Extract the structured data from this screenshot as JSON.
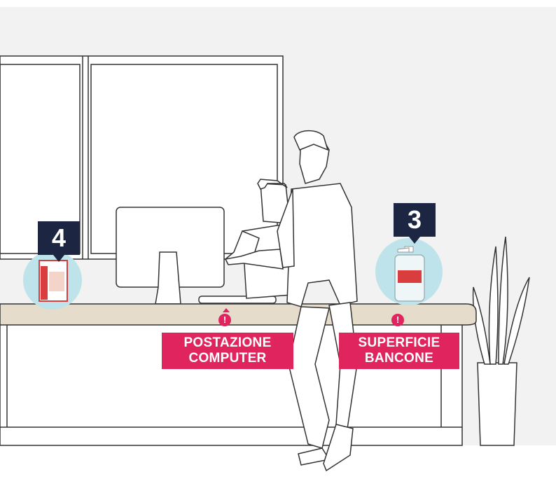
{
  "markers": [
    {
      "number": "4",
      "product": "disinfectant-wipes-pack"
    },
    {
      "number": "3",
      "product": "hand-sanitizer-pump-bottle"
    }
  ],
  "labels": {
    "computer": {
      "line1": "POSTAZIONE",
      "line2": "COMPUTER"
    },
    "counter": {
      "line1": "SUPERFICIE",
      "line2": "BANCONE"
    }
  },
  "icons": {
    "warning": "!",
    "warning_name": "warning-icon"
  },
  "colors": {
    "accent": "#e0245e",
    "marker_bg": "#1c2541",
    "bubble": "#bfe3ea",
    "counter_top": "#e6dccb",
    "wall": "#f2f2f2"
  }
}
